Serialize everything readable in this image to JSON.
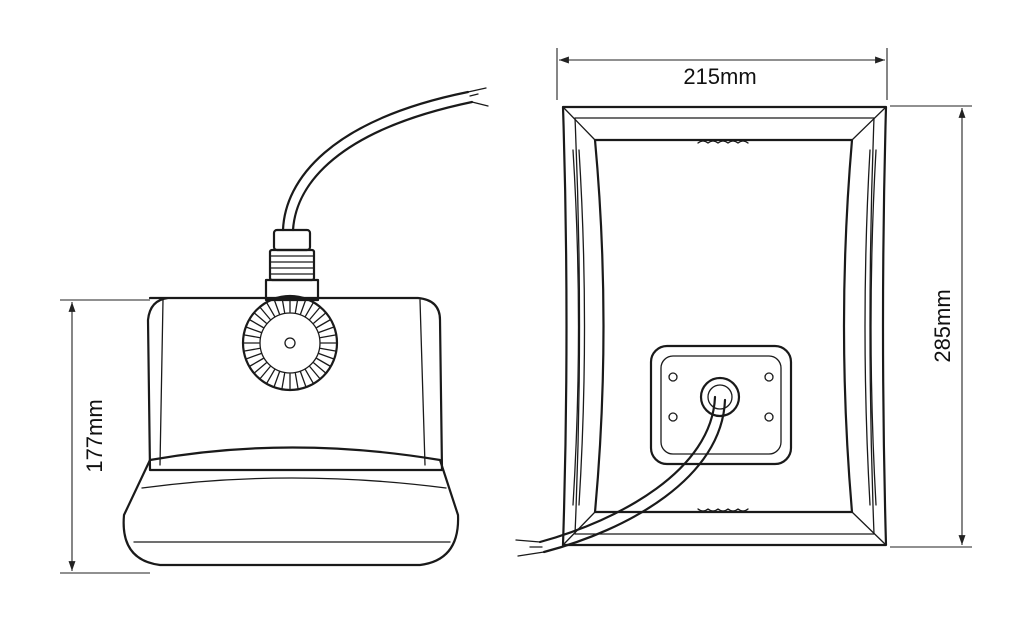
{
  "dimensions": {
    "width_label": "215mm",
    "height_label": "285mm",
    "depth_label": "177mm"
  }
}
